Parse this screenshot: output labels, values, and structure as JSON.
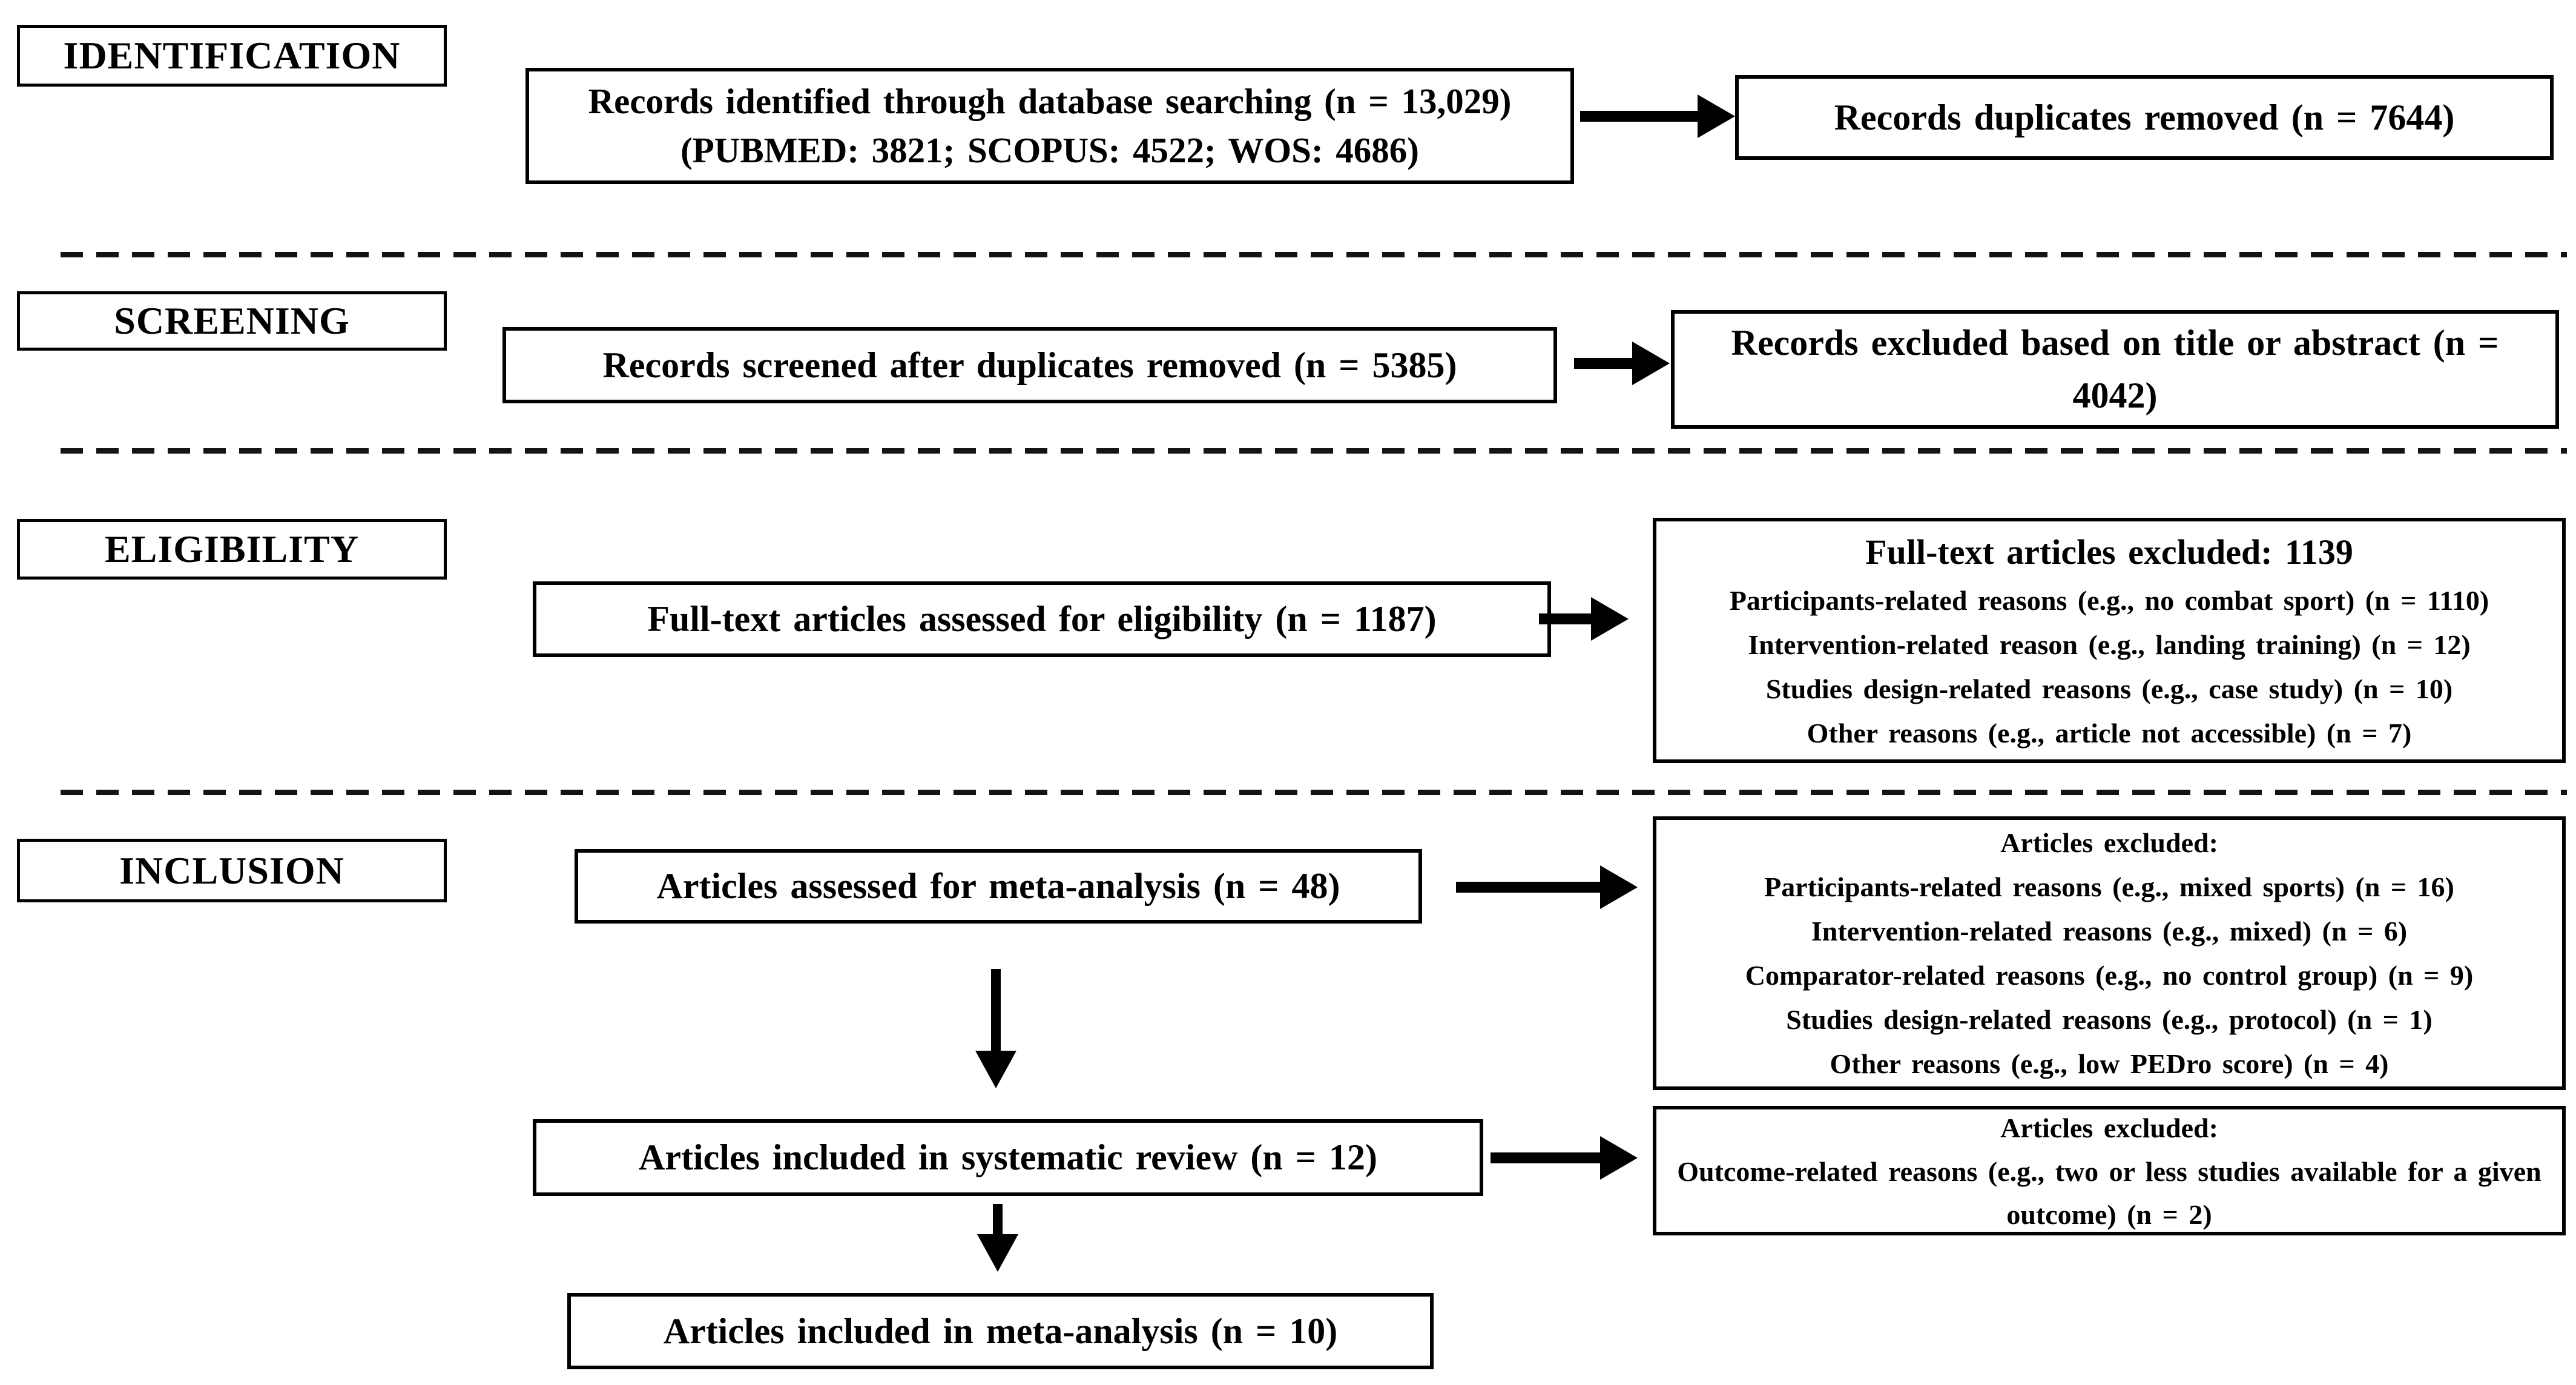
{
  "colors": {
    "ink": "#000000",
    "background": "#ffffff"
  },
  "stages": {
    "identification": "IDENTIFICATION",
    "screening": "SCREENING",
    "eligibility": "ELIGIBILITY",
    "inclusion": "INCLUSION"
  },
  "boxes": {
    "records_identified": "Records identified through database searching (n = 13,029) (PUBMED: 3821; SCOPUS: 4522; WOS: 4686)",
    "duplicates_removed": "Records duplicates removed (n = 7644)",
    "records_screened": "Records screened after duplicates removed (n = 5385)",
    "title_abstract_excluded": "Records excluded based on title or abstract (n = 4042)",
    "fulltext_assessed": "Full-text articles assessed for eligibility (n = 1187)",
    "fulltext_excluded": {
      "title": "Full-text articles excluded: 1139",
      "reasons": [
        "Participants-related reasons (e.g., no combat sport) (n = 1110)",
        "Intervention-related reason (e.g., landing training) (n = 12)",
        "Studies design-related reasons (e.g., case study) (n = 10)",
        "Other reasons (e.g., article not accessible) (n = 7)"
      ]
    },
    "meta_assessed": "Articles assessed for meta-analysis (n = 48)",
    "meta_excluded": {
      "title": "Articles excluded:",
      "reasons": [
        "Participants-related reasons (e.g., mixed sports) (n = 16)",
        "Intervention-related reasons (e.g., mixed) (n = 6)",
        "Comparator-related reasons (e.g., no control group) (n = 9)",
        "Studies design-related reasons (e.g., protocol) (n = 1)",
        "Other reasons (e.g., low PEDro score) (n = 4)"
      ]
    },
    "systematic_included": "Articles included in systematic review (n = 12)",
    "outcome_excluded": {
      "title": "Articles excluded:",
      "body": "Outcome-related reasons (e.g., two or less studies available for a given outcome) (n = 2)"
    },
    "meta_included": "Articles included in meta-analysis (n = 10)"
  }
}
